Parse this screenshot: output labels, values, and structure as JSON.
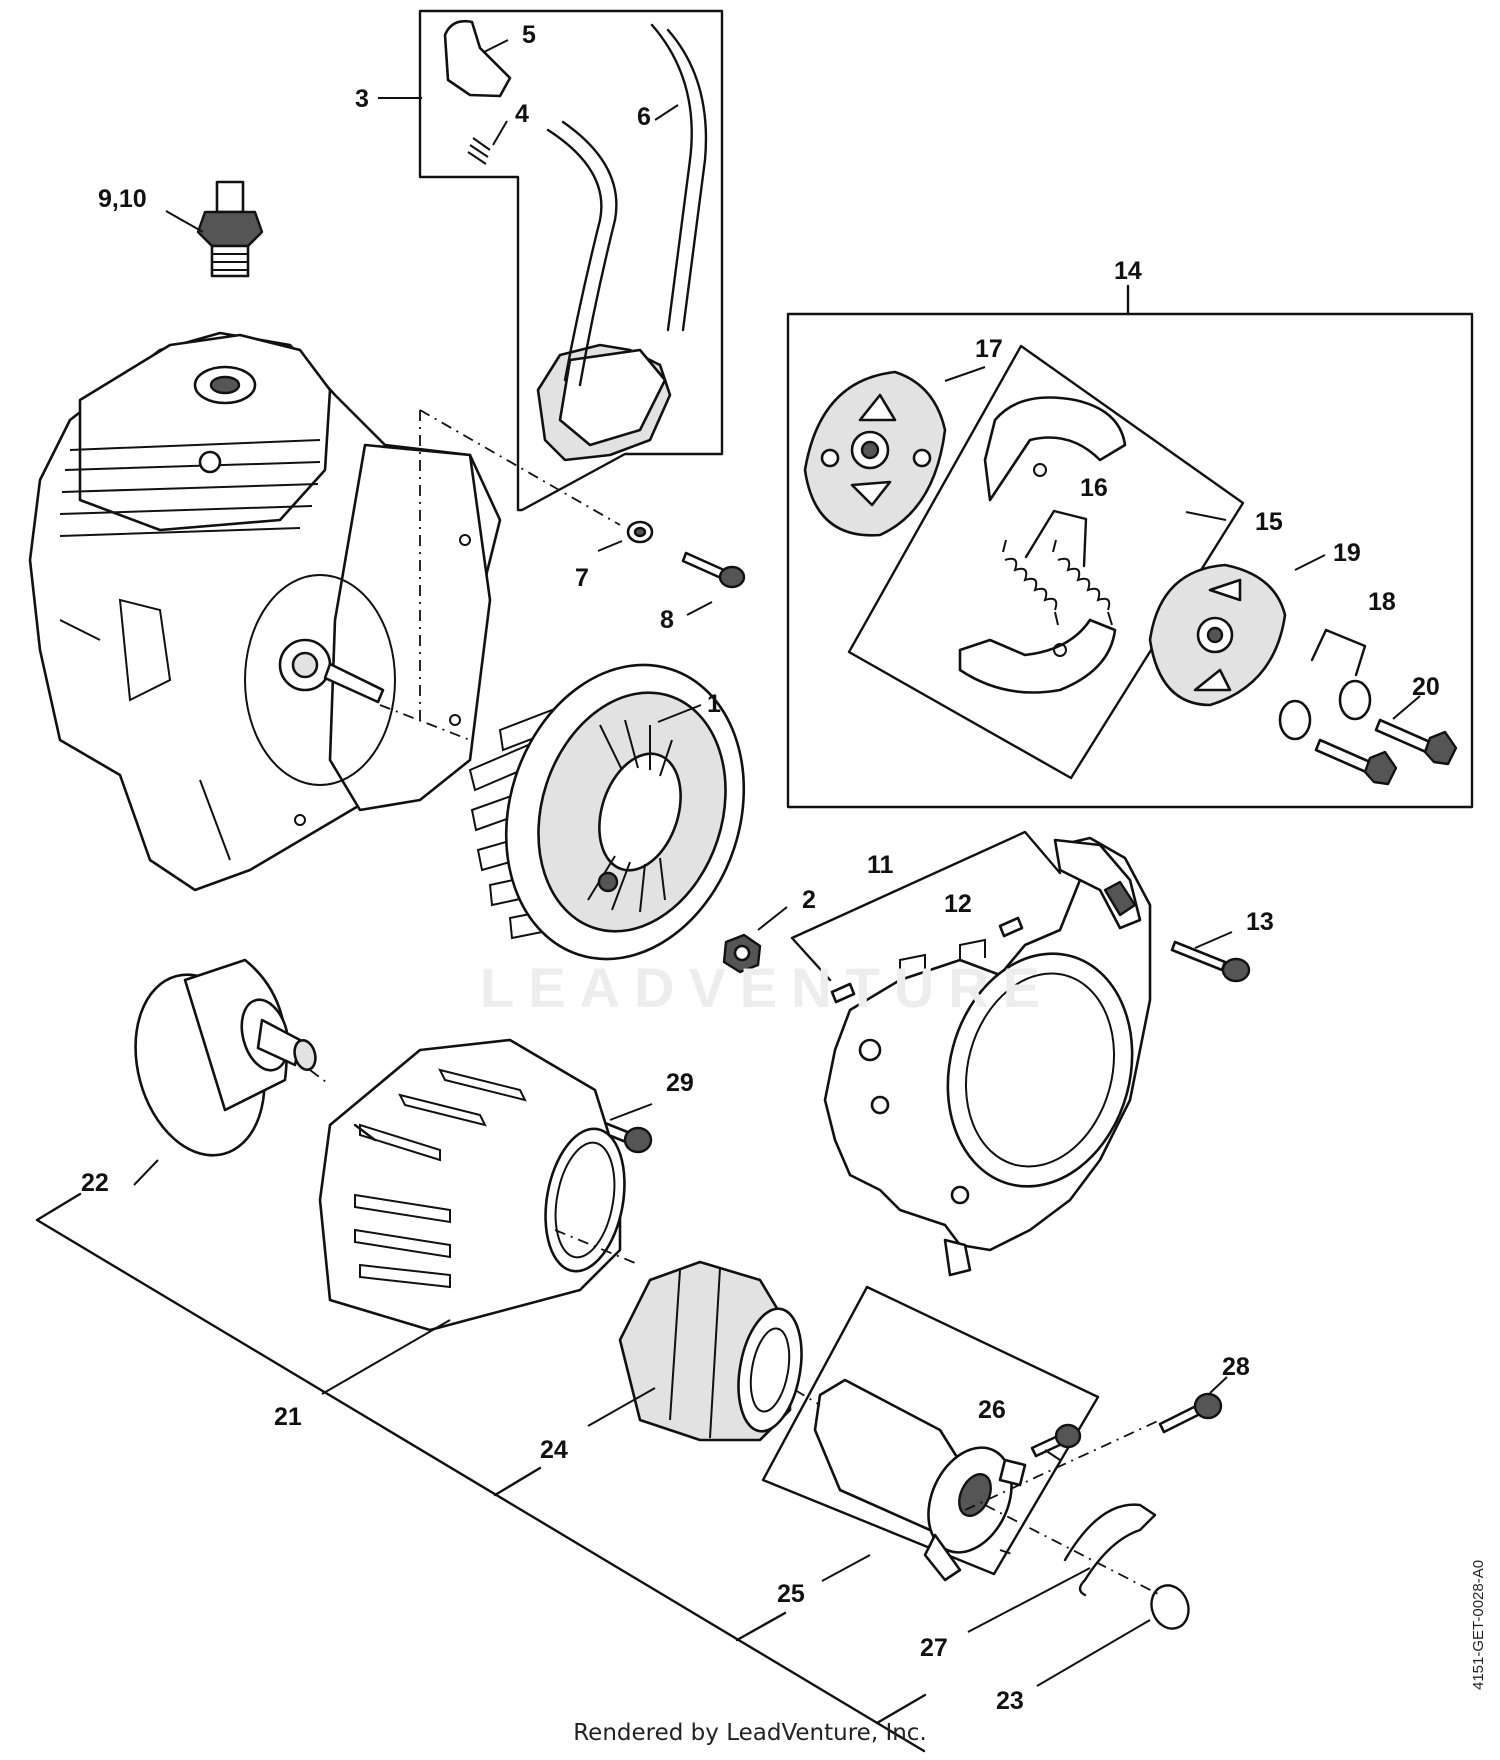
{
  "diagram": {
    "labels": {
      "p1": "1",
      "p2": "2",
      "p3": "3",
      "p4": "4",
      "p5": "5",
      "p6": "6",
      "p7": "7",
      "p8": "8",
      "p9_10": "9,10",
      "p11": "11",
      "p12": "12",
      "p13": "13",
      "p14": "14",
      "p15": "15",
      "p16": "16",
      "p17": "17",
      "p18": "18",
      "p19": "19",
      "p20": "20",
      "p21": "21",
      "p22": "22",
      "p23": "23",
      "p24": "24",
      "p25": "25",
      "p26": "26",
      "p27": "27",
      "p28": "28",
      "p29": "29"
    },
    "watermark": "LEADVENTURE",
    "credit": "Rendered by LeadVenture, Inc.",
    "doc_id": "4151-GET-0028-A0"
  }
}
